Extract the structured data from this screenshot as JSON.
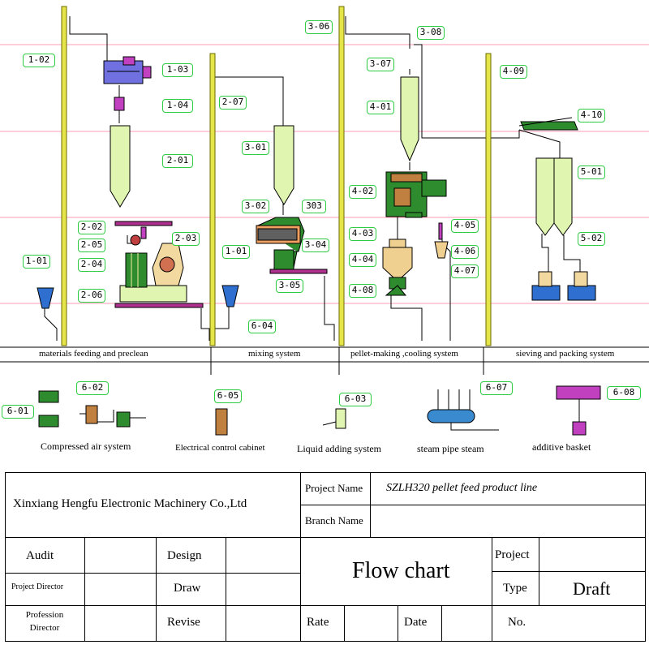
{
  "labels": {
    "l_1_02": "1-02",
    "l_1_03": "1-03",
    "l_1_04": "1-04",
    "l_1_01a": "1-01",
    "l_2_01": "2-01",
    "l_2_02": "2-02",
    "l_2_03": "2-03",
    "l_2_04": "2-04",
    "l_2_05": "2-05",
    "l_2_06": "2-06",
    "l_2_07": "2-07",
    "l_3_01": "3-01",
    "l_3_02": "3-02",
    "l_303": "303",
    "l_3_04": "3-04",
    "l_1_01b": "1-01",
    "l_3_05": "3-05",
    "l_6_04": "6-04",
    "l_3_06": "3-06",
    "l_3_07": "3-07",
    "l_3_08": "3-08",
    "l_4_01": "4-01",
    "l_4_02": "4-02",
    "l_4_03": "4-03",
    "l_4_04": "4-04",
    "l_4_05": "4-05",
    "l_4_06": "4-06",
    "l_4_07": "4-07",
    "l_4_08": "4-08",
    "l_4_09": "4-09",
    "l_4_10": "4-10",
    "l_5_01": "5-01",
    "l_5_02": "5-02",
    "l_6_01": "6-01",
    "l_6_02": "6-02",
    "l_6_05": "6-05",
    "l_6_03": "6-03",
    "l_6_07": "6-07",
    "l_6_08": "6-08"
  },
  "sections": {
    "s1": "materials feeding and preclean",
    "s2": "mixing system",
    "s3": "pellet-making ,cooling  system",
    "s4": "sieving and packing system"
  },
  "aux": {
    "air": "Compressed air system",
    "cabinet": "Electrical control cabinet",
    "liquid": "Liquid adding system",
    "steam": "steam pipe steam",
    "additive": "additive basket"
  },
  "title_block": {
    "company": "Xinxiang Hengfu Electronic Machinery Co.,Ltd",
    "project_name_label": "Project Name",
    "project_name_value": "SZLH320 pellet feed product line",
    "branch_name_label": "Branch Name",
    "audit": "Audit",
    "design": "Design",
    "project_director": "Project Director",
    "draw": "Draw",
    "profession_director": "Profession Director",
    "revise": "Revise",
    "drawing_title": "Flow chart",
    "project": "Project",
    "type": "Type",
    "draft": "Draft",
    "rate": "Rate",
    "date": "Date",
    "no": "No."
  },
  "colors": {
    "guide_line": "#ff9eb5",
    "tag_border": "#2ecc40",
    "bin_fill": "#dff5b0",
    "elevator": "#e5e54a",
    "conveyor": "#b03090",
    "equip_green": "#2e8b2e",
    "equip_magenta": "#c040c0"
  }
}
